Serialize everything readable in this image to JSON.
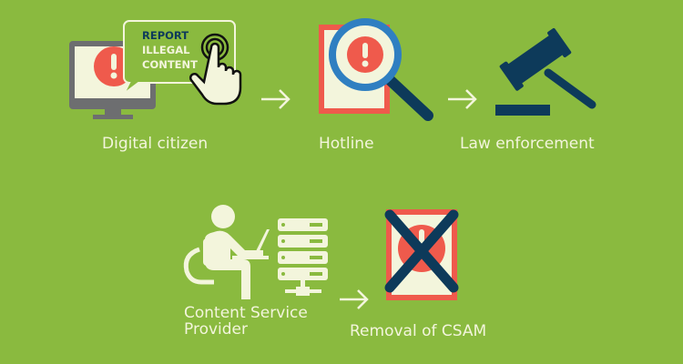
{
  "colors": {
    "background": "#8aba3f",
    "cream": "#f3f5dc",
    "red": "#ef5a4c",
    "navy": "#0d3a5a",
    "grey": "#6d6e70"
  },
  "steps": [
    {
      "label": "Digital citizen",
      "icon": "computer-report-icon"
    },
    {
      "label": "Hotline",
      "icon": "magnifier-document-icon"
    },
    {
      "label": "Law enforcement",
      "icon": "gavel-icon"
    },
    {
      "label": "Content Service Provider",
      "label_line1": "Content Service",
      "label_line2": "Provider",
      "icon": "person-server-icon"
    },
    {
      "label": "Removal of CSAM",
      "icon": "crossed-document-icon"
    }
  ],
  "bubble": {
    "line1": "REPORT",
    "line2": "ILLEGAL",
    "line3": "CONTENT"
  }
}
